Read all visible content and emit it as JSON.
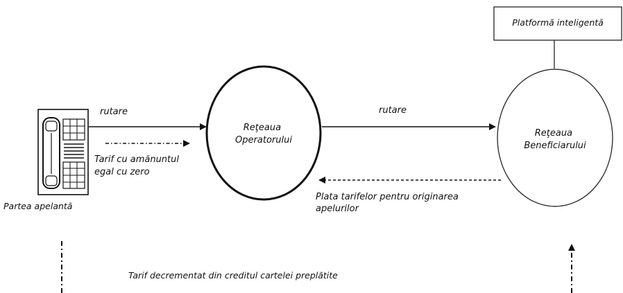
{
  "nodes": {
    "platform": "Platformă inteligentă",
    "operator_network": [
      "Reţeaua",
      "Operatorului"
    ],
    "beneficiary_network": [
      "Reţeaua",
      "Beneficiarului"
    ],
    "caller": "Partea apelantă"
  },
  "edges": {
    "routing_to_operator": "rutare",
    "routing_to_beneficiary": "rutare",
    "zero_retail_tariff": [
      "Tarif cu amănuntul",
      "egal cu zero"
    ],
    "origination_fee": [
      "Plata tarifelor pentru originarea",
      "apelurilor"
    ],
    "prepaid_decrement": "Tarif decrementat din creditul cartelei preplătite"
  },
  "icons": [
    "telephone-icon"
  ]
}
